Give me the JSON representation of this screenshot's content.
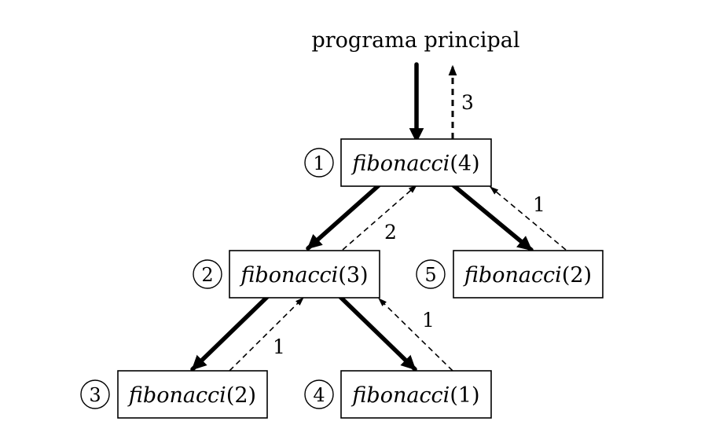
{
  "main_program": {
    "label": "programa principal"
  },
  "nodes": [
    {
      "id": "n1",
      "order": "1",
      "func": "fibonacci",
      "arg": "(4)"
    },
    {
      "id": "n2",
      "order": "2",
      "func": "fibonacci",
      "arg": "(3)"
    },
    {
      "id": "n3",
      "order": "3",
      "func": "fibonacci",
      "arg": "(2)"
    },
    {
      "id": "n4",
      "order": "4",
      "func": "fibonacci",
      "arg": "(1)"
    },
    {
      "id": "n5",
      "order": "5",
      "func": "fibonacci",
      "arg": "(2)"
    }
  ],
  "edges": [
    {
      "from": "main",
      "to": "n1",
      "return_value": "3"
    },
    {
      "from": "n1",
      "to": "n2",
      "return_value": "2"
    },
    {
      "from": "n1",
      "to": "n5",
      "return_value": "1"
    },
    {
      "from": "n2",
      "to": "n3",
      "return_value": "1"
    },
    {
      "from": "n2",
      "to": "n4",
      "return_value": "1"
    }
  ]
}
